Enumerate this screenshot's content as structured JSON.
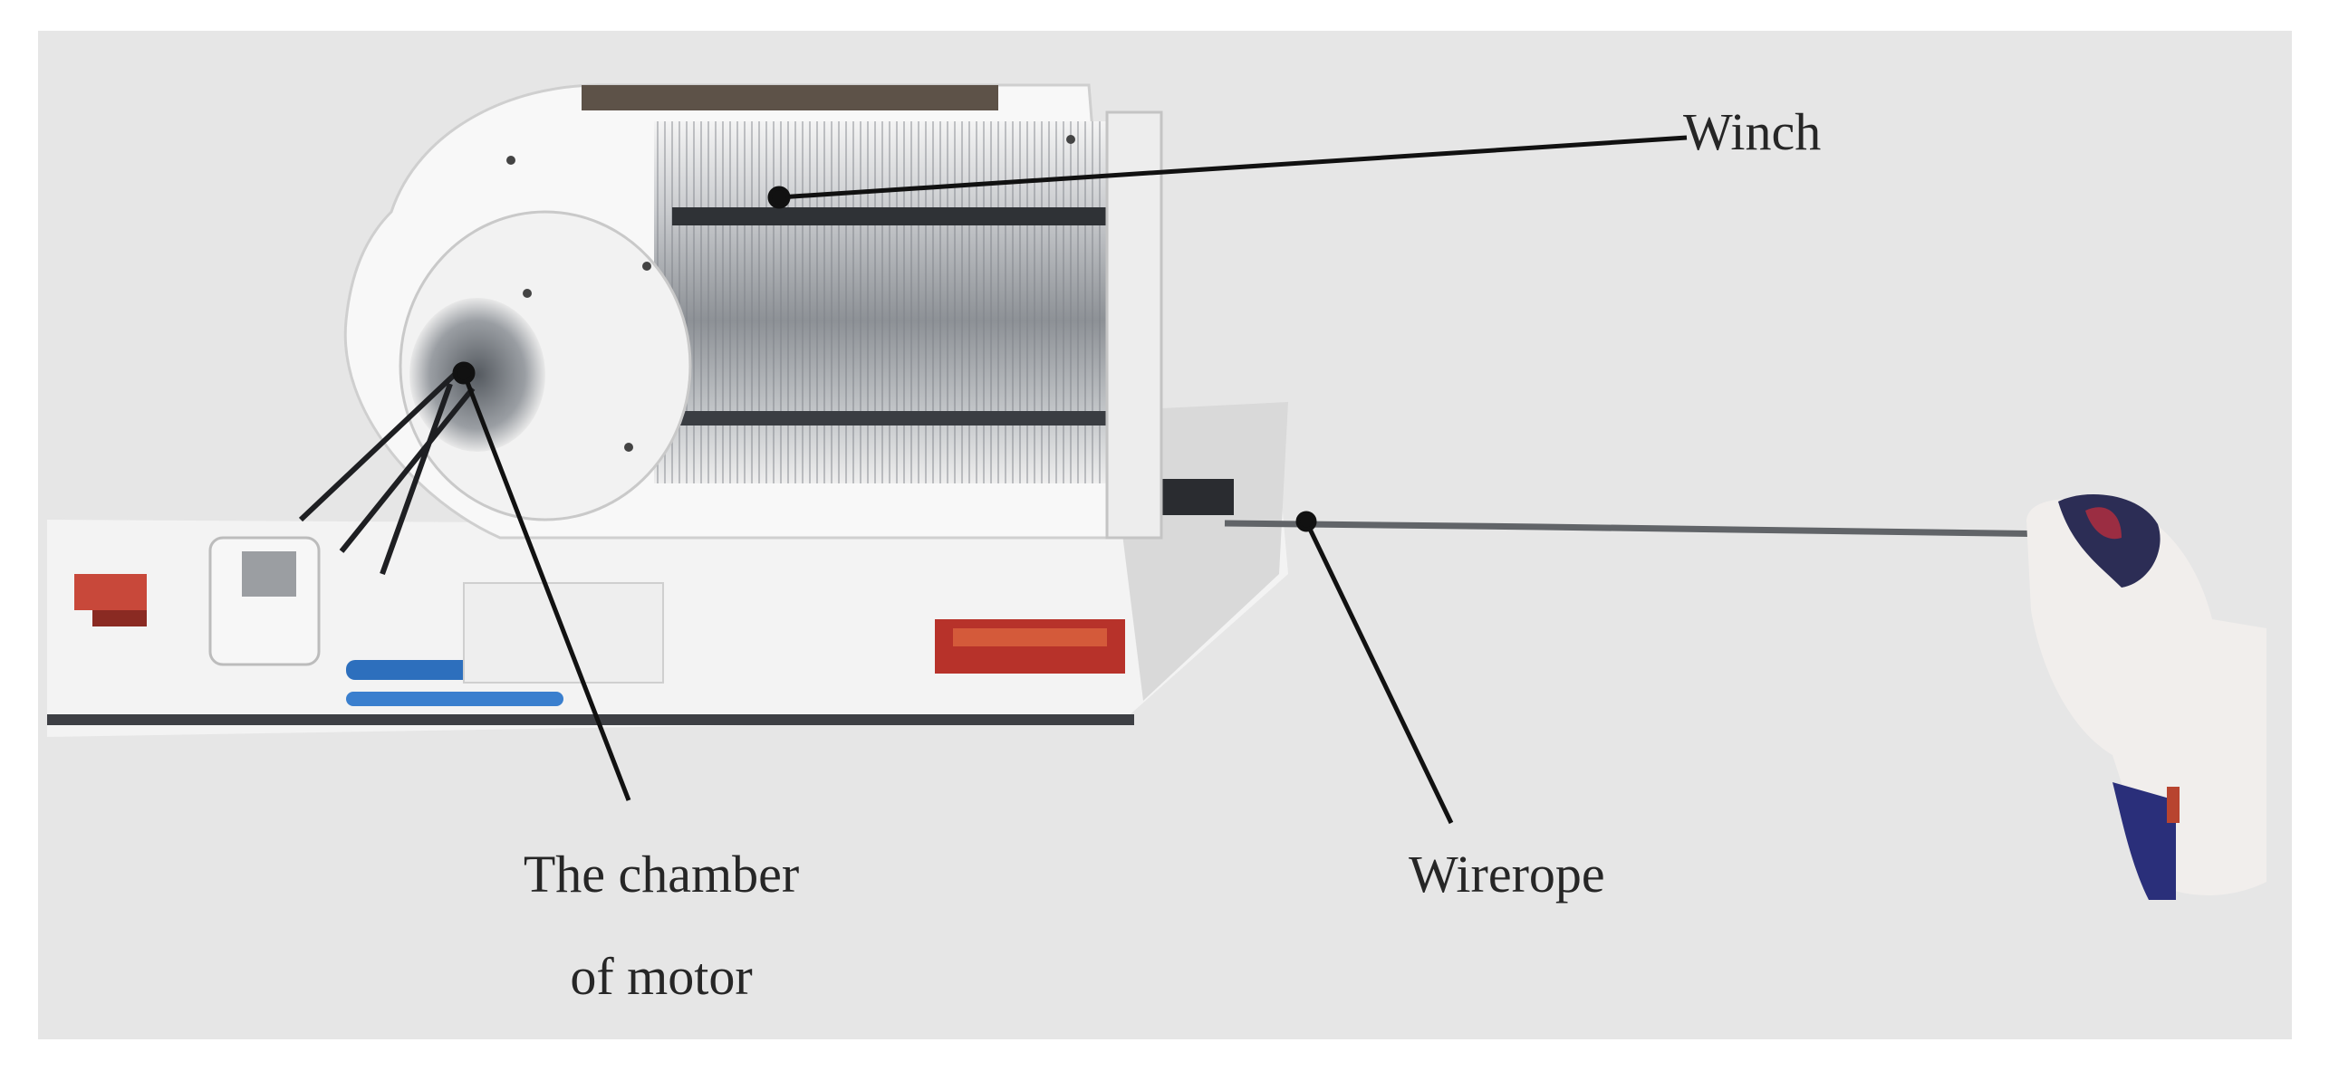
{
  "figure": {
    "labels": {
      "winch": "Winch",
      "chamber_line1": "The chamber",
      "chamber_line2": "of motor",
      "wirerope": "Wirerope"
    },
    "colors": {
      "background": "#e6e6e6",
      "annotation": "#111111",
      "metal": "#b9bcc0",
      "drum_dark": "#6f7378"
    }
  }
}
